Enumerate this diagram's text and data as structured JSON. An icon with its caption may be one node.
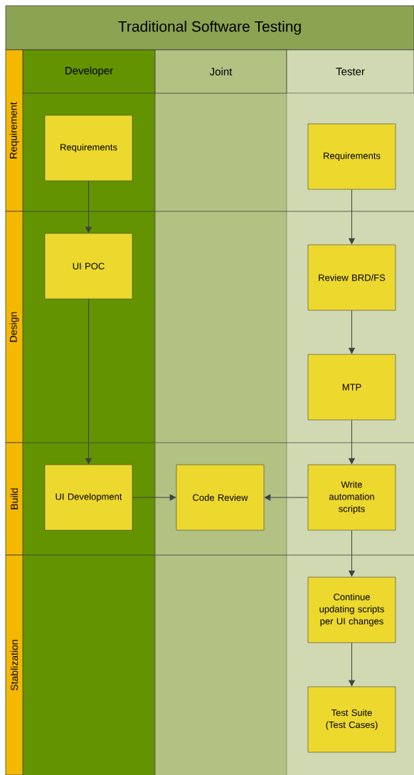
{
  "diagram": {
    "title": "Traditional Software Testing",
    "nodes": [
      {
        "text": [
          "Developer"
        ]
      },
      {
        "text": [
          "Joint"
        ]
      },
      {
        "text": [
          "Tester"
        ]
      },
      {
        "text": [
          "Requirement"
        ]
      },
      {
        "text": [
          "Design"
        ]
      },
      {
        "text": [
          "Build"
        ]
      },
      {
        "text": [
          "Stablization"
        ]
      },
      {
        "text": [
          "Requirements"
        ]
      },
      {
        "text": [
          "UI POC"
        ]
      },
      {
        "text": [
          "UI Development"
        ]
      },
      {
        "text": [
          "Code Review"
        ]
      },
      {
        "text": [
          "Requirements"
        ]
      },
      {
        "text": [
          "Review BRD/FS"
        ]
      },
      {
        "text": [
          "MTP"
        ]
      },
      {
        "text": [
          "Write automation scripts"
        ]
      },
      {
        "text": [
          "Continue updating scripts per UI changes"
        ]
      },
      {
        "text": [
          "Test Suite (Test Cases)"
        ]
      }
    ],
    "edges": [
      {
        "from": 7,
        "to": 8,
        "arrow": "to"
      },
      {
        "from": 8,
        "to": 9,
        "arrow": "to"
      },
      {
        "from": 9,
        "to": 10,
        "arrow": "to"
      },
      {
        "from": 11,
        "to": 12,
        "arrow": "to"
      },
      {
        "from": 12,
        "to": 13,
        "arrow": "to"
      },
      {
        "from": 13,
        "to": 14,
        "arrow": "to"
      },
      {
        "from": 14,
        "to": 10,
        "arrow": "to"
      },
      {
        "from": 14,
        "to": 15,
        "arrow": "to"
      },
      {
        "from": 15,
        "to": 16,
        "arrow": "to"
      }
    ]
  }
}
